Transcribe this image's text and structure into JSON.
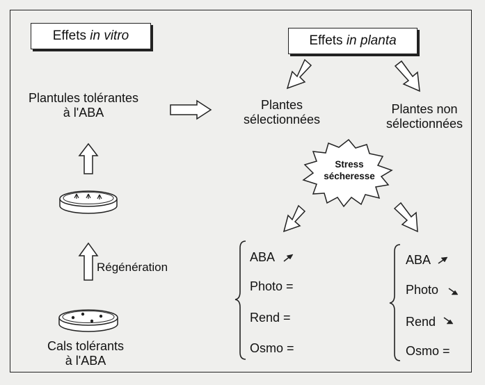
{
  "boxes": {
    "in_vitro": {
      "prefix": "Effets ",
      "italic": "in vitro"
    },
    "in_planta": {
      "prefix": "Effets ",
      "italic": "in planta"
    }
  },
  "left": {
    "plantules": [
      "Plantules tolérantes",
      "à l'ABA"
    ],
    "regeneration": "Régénération",
    "cals": [
      "Cals tolérants",
      "à l'ABA"
    ]
  },
  "top_right": {
    "selected": [
      "Plantes",
      "sélectionnées"
    ],
    "not_selected": [
      "Plantes non",
      "sélectionnées"
    ]
  },
  "stress": [
    "Stress",
    "sécheresse"
  ],
  "selected_results": [
    {
      "label": "ABA",
      "trend": "up"
    },
    {
      "label": "Photo =",
      "trend": "none"
    },
    {
      "label": "Rend =",
      "trend": "none"
    },
    {
      "label": "Osmo =",
      "trend": "none"
    }
  ],
  "not_selected_results": [
    {
      "label": "ABA",
      "trend": "up"
    },
    {
      "label": "Photo",
      "trend": "down"
    },
    {
      "label": "Rend",
      "trend": "down"
    },
    {
      "label": "Osmo =",
      "trend": "none"
    }
  ]
}
